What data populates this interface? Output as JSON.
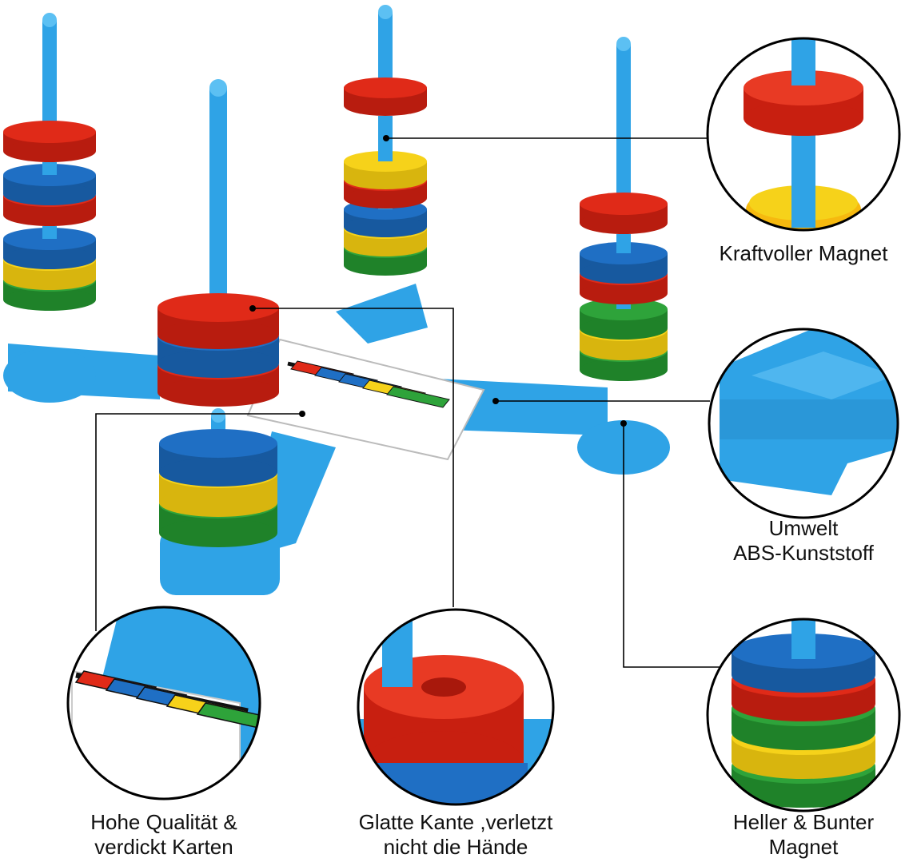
{
  "colors": {
    "plastic_blue": "#2fa3e6",
    "ring_red": "#e02a18",
    "ring_blue": "#1f6fc4",
    "ring_yellow": "#f6d21a",
    "ring_green": "#2ea33a",
    "callout_line": "#000000"
  },
  "labels": {
    "magnet": [
      "Kraftvoller Magnet"
    ],
    "abs": [
      "Umwelt",
      "ABS-Kunststoff"
    ],
    "bright": [
      "Heller & Bunter",
      "Magnet"
    ],
    "quality": [
      "Hohe Qualität &",
      "verdickt Karten"
    ],
    "edge": [
      "Glatte Kante ,verletzt",
      "nicht die Hände"
    ]
  },
  "stacks": {
    "back_left": [
      "red",
      "blue",
      "red",
      "blue",
      "yellow",
      "green"
    ],
    "back_center": [
      "red",
      "yellow",
      "red",
      "blue",
      "yellow",
      "green"
    ],
    "right": [
      "red",
      "blue",
      "red",
      "green",
      "yellow",
      "green"
    ],
    "front_center_upper": [
      "red",
      "blue",
      "red"
    ],
    "front_center_lower": [
      "blue",
      "yellow",
      "green"
    ]
  },
  "pattern_card_bars": [
    "red",
    "blue",
    "blue",
    "yellow",
    "green"
  ],
  "zoom_stacks": {
    "bright": [
      "blue",
      "red",
      "green",
      "yellow",
      "green"
    ]
  }
}
